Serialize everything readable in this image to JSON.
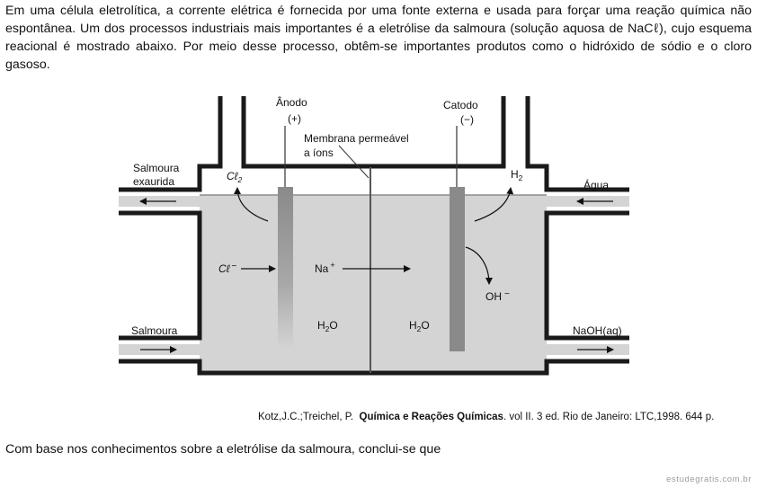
{
  "intro_text": "Em uma célula eletrolítica, a corrente elétrica é fornecida por uma fonte externa e usada para forçar uma reação química não espontânea. Um dos processos industriais mais importantes é a eletrólise da salmoura (solução aquosa de NaCℓ), cujo esquema reacional é mostrado abaixo. Por meio desse processo, obtêm-se importantes produtos como o hidróxido de sódio e o cloro gasoso.",
  "diagram": {
    "anode_label": "Ânodo",
    "anode_sign": "(+)",
    "cathode_label": "Catodo",
    "cathode_sign": "(−)",
    "membrane_line1": "Membrana permeável",
    "membrane_line2": "a íons",
    "spent_brine_line1": "Salmoura",
    "spent_brine_line2": "exaurida",
    "brine_in": "Salmoura",
    "water_in": "Água",
    "naoh_out": "NaOH(aq)",
    "chlorine_gas": "Cℓ",
    "chlorine_sub": "2",
    "hydrogen_gas": "H",
    "hydrogen_sub": "2",
    "chloride_ion": "Cℓ",
    "chloride_charge": "−",
    "sodium_ion": "Na",
    "sodium_charge": "+",
    "hydroxide_ion": "OH",
    "hydroxide_charge": "−",
    "water_left": "H",
    "water_left_sub": "2",
    "water_left_end": "O",
    "water_right": "H",
    "water_right_sub": "2",
    "water_right_end": "O",
    "colors": {
      "solution": "#d4d4d4",
      "wall": "#1a1a1a",
      "electrode": "#8a8a8a"
    }
  },
  "citation": {
    "authors": "Kotz,J.C.;Treichel, P.",
    "book": "Química e Reações Químicas",
    "details": ". vol II. 3 ed. Rio de Janeiro: LTC,1998. 644 p."
  },
  "question_text": "Com base nos conhecimentos sobre a eletrólise da salmoura, conclui-se que",
  "watermark": "estudegratis.com.br"
}
